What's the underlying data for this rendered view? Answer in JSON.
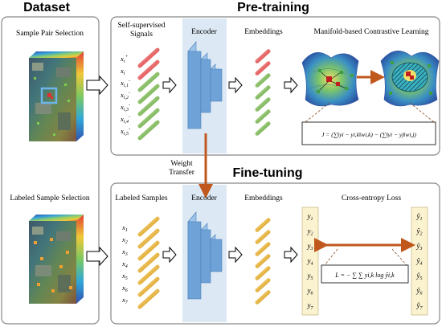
{
  "titles": {
    "dataset": "Dataset",
    "pretraining": "Pre-training",
    "finetuning": "Fine-tuning"
  },
  "dataset_panel": {
    "top_label": "Sample Pair Selection",
    "bottom_label": "Labeled Sample Selection"
  },
  "pretraining": {
    "signals_label_line1": "Self-supervised",
    "signals_label_line2": "Signals",
    "signals": [
      {
        "base": "x",
        "sub": "i",
        "sup": "+"
      },
      {
        "base": "x",
        "sub": "i",
        "sup": ""
      },
      {
        "base": "x",
        "sub": "i,1",
        "sup": "-"
      },
      {
        "base": "x",
        "sub": "i,2",
        "sup": "-"
      },
      {
        "base": "x",
        "sub": "i,3",
        "sup": "-"
      },
      {
        "base": "x",
        "sub": "i,4",
        "sup": "-"
      },
      {
        "base": "x",
        "sub": "i,5",
        "sup": "-"
      }
    ],
    "encoder_label": "Encoder",
    "embeddings_label": "Embeddings",
    "loss_label": "Manifold-based Contrastive Learning",
    "formula": "J = (∑‖yi − yi,k‖wi,k) − (∑‖yi − yj‖wi,j)"
  },
  "transfer": {
    "line1": "Weight",
    "line2": "Transfer"
  },
  "finetuning": {
    "samples_label": "Labeled Samples",
    "samples": [
      "x1",
      "x2",
      "x3",
      "x4",
      "x5",
      "x6",
      "x7"
    ],
    "encoder_label": "Encoder",
    "embeddings_label": "Embeddings",
    "loss_label": "Cross-entropy Loss",
    "y_true": [
      "y1",
      "y2",
      "y3",
      "y4",
      "y5",
      "y6",
      "y7"
    ],
    "y_pred": [
      "ŷ1",
      "ŷ2",
      "ŷ3",
      "ŷ4",
      "ŷ5",
      "ŷ6",
      "ŷ7"
    ],
    "formula": "L = − ∑ ∑ yi,k log ŷi,k"
  },
  "colors": {
    "signal_red": "#e86a6a",
    "signal_green": "#8cc06a",
    "sample_yellow": "#e8b84a",
    "encoder_blue": "#6fa3d8",
    "encoder_band": "#dce9f5",
    "arrow_orange": "#c0581e",
    "panel_border": "#888888"
  }
}
